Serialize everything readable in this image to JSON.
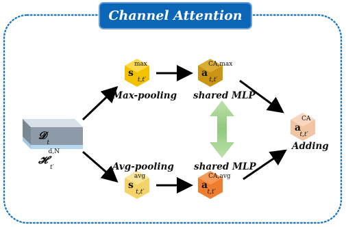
{
  "title": "Channel Attention",
  "labels": {
    "max_pooling": "Max-pooling",
    "avg_pooling": "Avg-pooling",
    "shared_mlp_top": "shared MLP",
    "shared_mlp_bottom": "shared MLP",
    "adding": "Adding"
  },
  "input": {
    "d_main": "𝓓",
    "d_sub": "t",
    "h_main": "𝓗",
    "h_sup": "d,N",
    "h_sub": "t′"
  },
  "s_max": {
    "main": "s",
    "sup": "max",
    "sub": "t,t′"
  },
  "s_avg": {
    "main": "s",
    "sup": "avg",
    "sub": "t,t′"
  },
  "a_max": {
    "main": "a",
    "sup": "CA,max",
    "sub": "t,t′"
  },
  "a_avg": {
    "main": "a",
    "sup": "CA,avg",
    "sub": "t,t′"
  },
  "a_ca": {
    "main": "a",
    "sup": "CA",
    "sub": "t,t′"
  },
  "colors": {
    "title_bg": "#0b66b8",
    "dotted_border": "#1f78c8",
    "hex_s_max": "#f2c200",
    "hex_s_avg": "#f3d36a",
    "hex_a_max": "#c99512",
    "hex_a_avg": "#ee7d2e",
    "hex_a_ca": "#f1c4a4",
    "block_top": "#b7c3cf",
    "block_front": "#8f9eac",
    "shared_arrow": "#9fd18a"
  },
  "icons": [
    "input-block-icon",
    "hexagon-icon",
    "double-arrow-icon"
  ]
}
